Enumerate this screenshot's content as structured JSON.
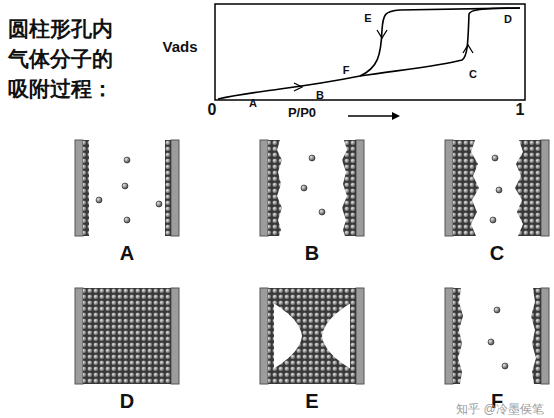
{
  "diagram": {
    "title": "圆柱形孔内 气体分子的 吸附过程：",
    "nodes": [
      {
        "text": [
          "A"
        ]
      },
      {
        "text": [
          "B"
        ]
      },
      {
        "text": [
          "C"
        ]
      },
      {
        "text": [
          "D"
        ]
      },
      {
        "text": [
          "E"
        ]
      },
      {
        "text": [
          "F"
        ]
      }
    ],
    "labels": [
      "Vads",
      "0",
      "P/P0",
      "1",
      "A",
      "B",
      "F",
      "C",
      "E",
      "D",
      "知乎 @冷墨侯笔"
    ]
  }
}
